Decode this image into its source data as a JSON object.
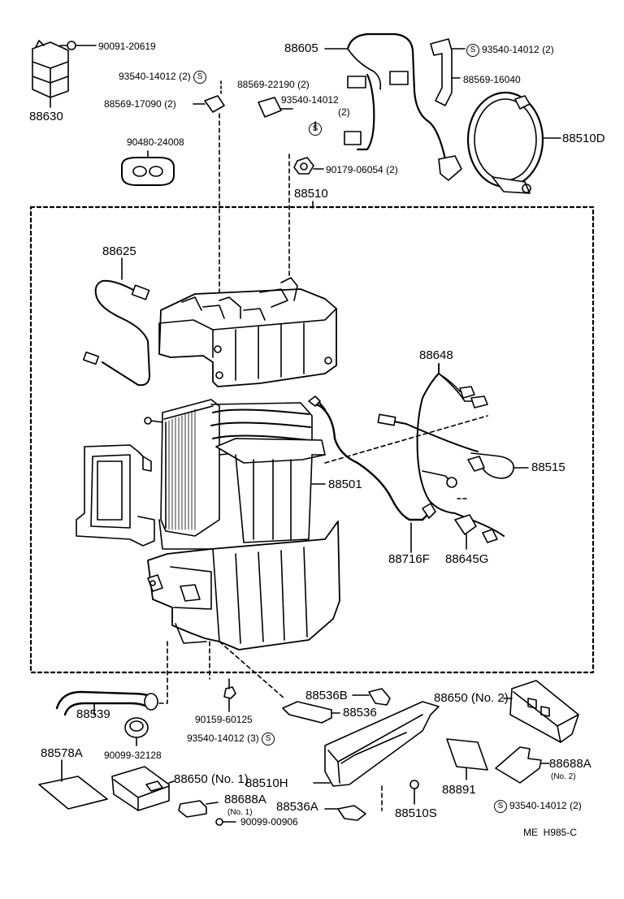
{
  "labels": {
    "p90091_20619": "90091-20619",
    "p88630": "88630",
    "p93540_14012_2_a": "93540-14012 (2)",
    "p88569_17090": "88569-17090 (2)",
    "p88569_22190": "88569-22190 (2)",
    "p93540_14012_b1": "93540-14012",
    "p93540_14012_b2": "(2)",
    "p88605": "88605",
    "p93540_14012_2_c": "93540-14012 (2)",
    "p88569_16040": "88569-16040",
    "p88510D": "88510D",
    "p90480_24008": "90480-24008",
    "p90179_06054": "90179-06054 (2)",
    "p88510": "88510",
    "p88625": "88625",
    "p88648": "88648",
    "p88515": "88515",
    "p88501": "88501",
    "p88716F": "88716F",
    "p88645G": "88645G",
    "p88536B": "88536B",
    "p88650_no2": "88650",
    "p88650_no2_sub": "(No. 2)",
    "p88536": "88536",
    "p88539": "88539",
    "p90159_60125": "90159-60125",
    "p93540_14012_3": "93540-14012 (3)",
    "p90099_32128": "90099-32128",
    "p88578A": "88578A",
    "p88650_no1": "88650",
    "p88650_no1_sub": "(No. 1)",
    "p88510H": "88510H",
    "p88688A_no1": "88688A",
    "p88688A_no1_sub": "(No. 1)",
    "p88536A": "88536A",
    "p88510S": "88510S",
    "p88891": "88891",
    "p88688A_no2": "88688A",
    "p88688A_no2_sub": "(No. 2)",
    "p93540_14012_2_d": "93540-14012 (2)",
    "p90099_00906": "90099-00906",
    "footer": "ME  H985-C",
    "s_symbol": "S"
  }
}
